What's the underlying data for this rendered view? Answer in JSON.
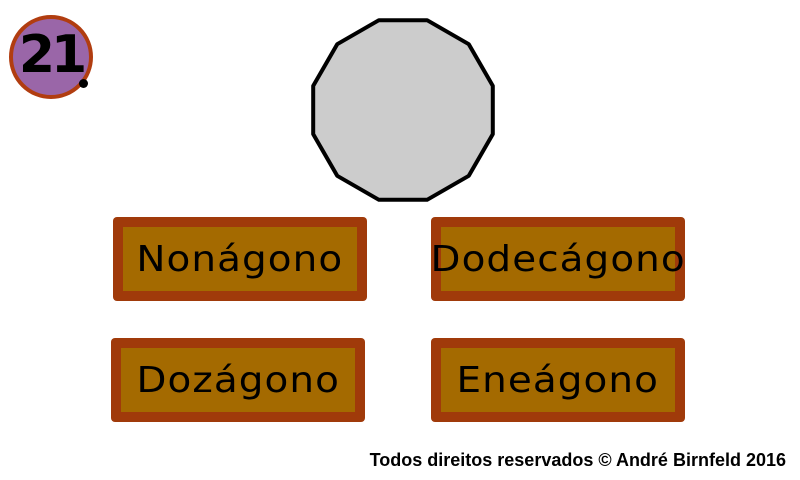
{
  "question": {
    "number": "21"
  },
  "shape": {
    "name": "dodecagon-shape",
    "fill": "#cccccc",
    "stroke": "#000000"
  },
  "options": [
    {
      "label": "Nonágono"
    },
    {
      "label": "Dodecágono"
    },
    {
      "label": "Dozágono"
    },
    {
      "label": "Eneágono"
    }
  ],
  "footer": {
    "copyright": "Todos direitos reservados © André Birnfeld 2016"
  },
  "colors": {
    "badge_fill": "#9a66a8",
    "badge_border": "#b13d10",
    "button_border": "#a03a0a",
    "button_fill": "#a46a00"
  }
}
